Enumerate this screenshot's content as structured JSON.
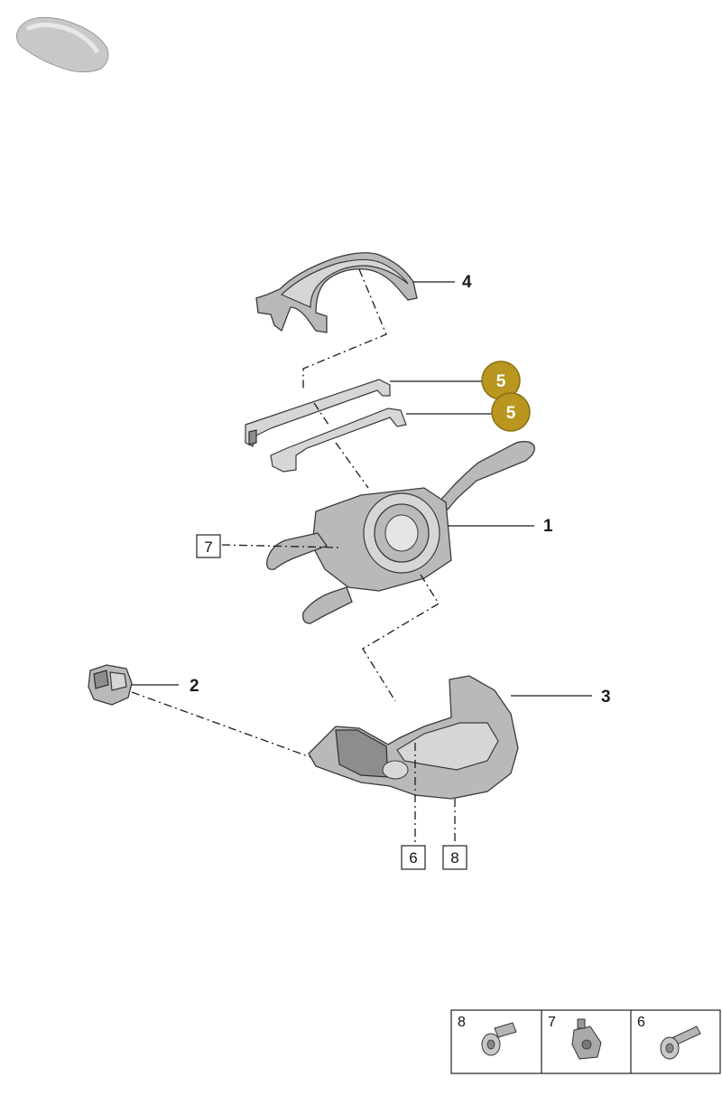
{
  "callouts": {
    "part_1": "1",
    "part_2": "2",
    "part_3": "3",
    "part_4": "4",
    "part_5a": "5",
    "part_5b": "5"
  },
  "boxed_refs": {
    "ref_7": "7",
    "ref_6": "6",
    "ref_8": "8"
  },
  "legend": {
    "cells": [
      {
        "number": "8",
        "icon": "screw-icon"
      },
      {
        "number": "7",
        "icon": "clip-nut-icon"
      },
      {
        "number": "6",
        "icon": "tapping-screw-icon"
      }
    ]
  },
  "colors": {
    "highlight_circle": "#b8961f",
    "part_fill": "#b9b9b9",
    "line": "#1a1a1a"
  }
}
